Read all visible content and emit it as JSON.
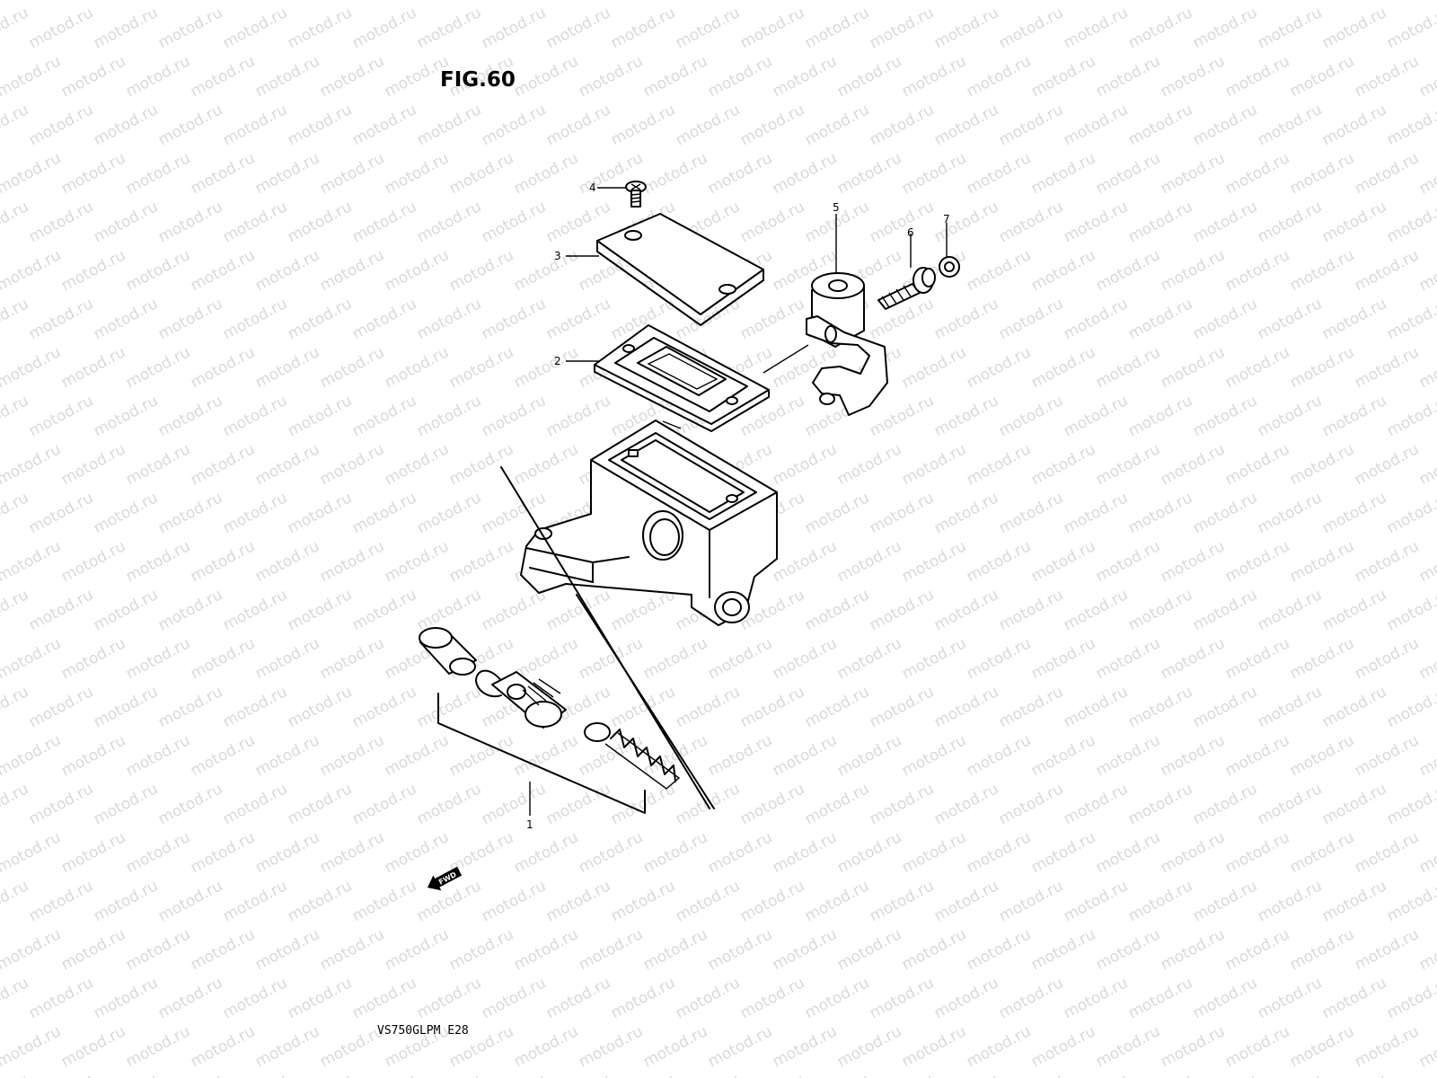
{
  "figure": {
    "title": "FIG.60",
    "model_code": "VS750GLPM E28"
  },
  "watermark": {
    "text": "motod.ru",
    "color": "#d9d9d9"
  },
  "fwd_arrow": {
    "label": "FWD"
  },
  "callouts": [
    {
      "id": "1",
      "label": "1"
    },
    {
      "id": "2",
      "label": "2"
    },
    {
      "id": "3",
      "label": "3"
    },
    {
      "id": "4",
      "label": "4"
    },
    {
      "id": "5",
      "label": "5"
    },
    {
      "id": "6",
      "label": "6"
    },
    {
      "id": "7",
      "label": "7"
    }
  ]
}
